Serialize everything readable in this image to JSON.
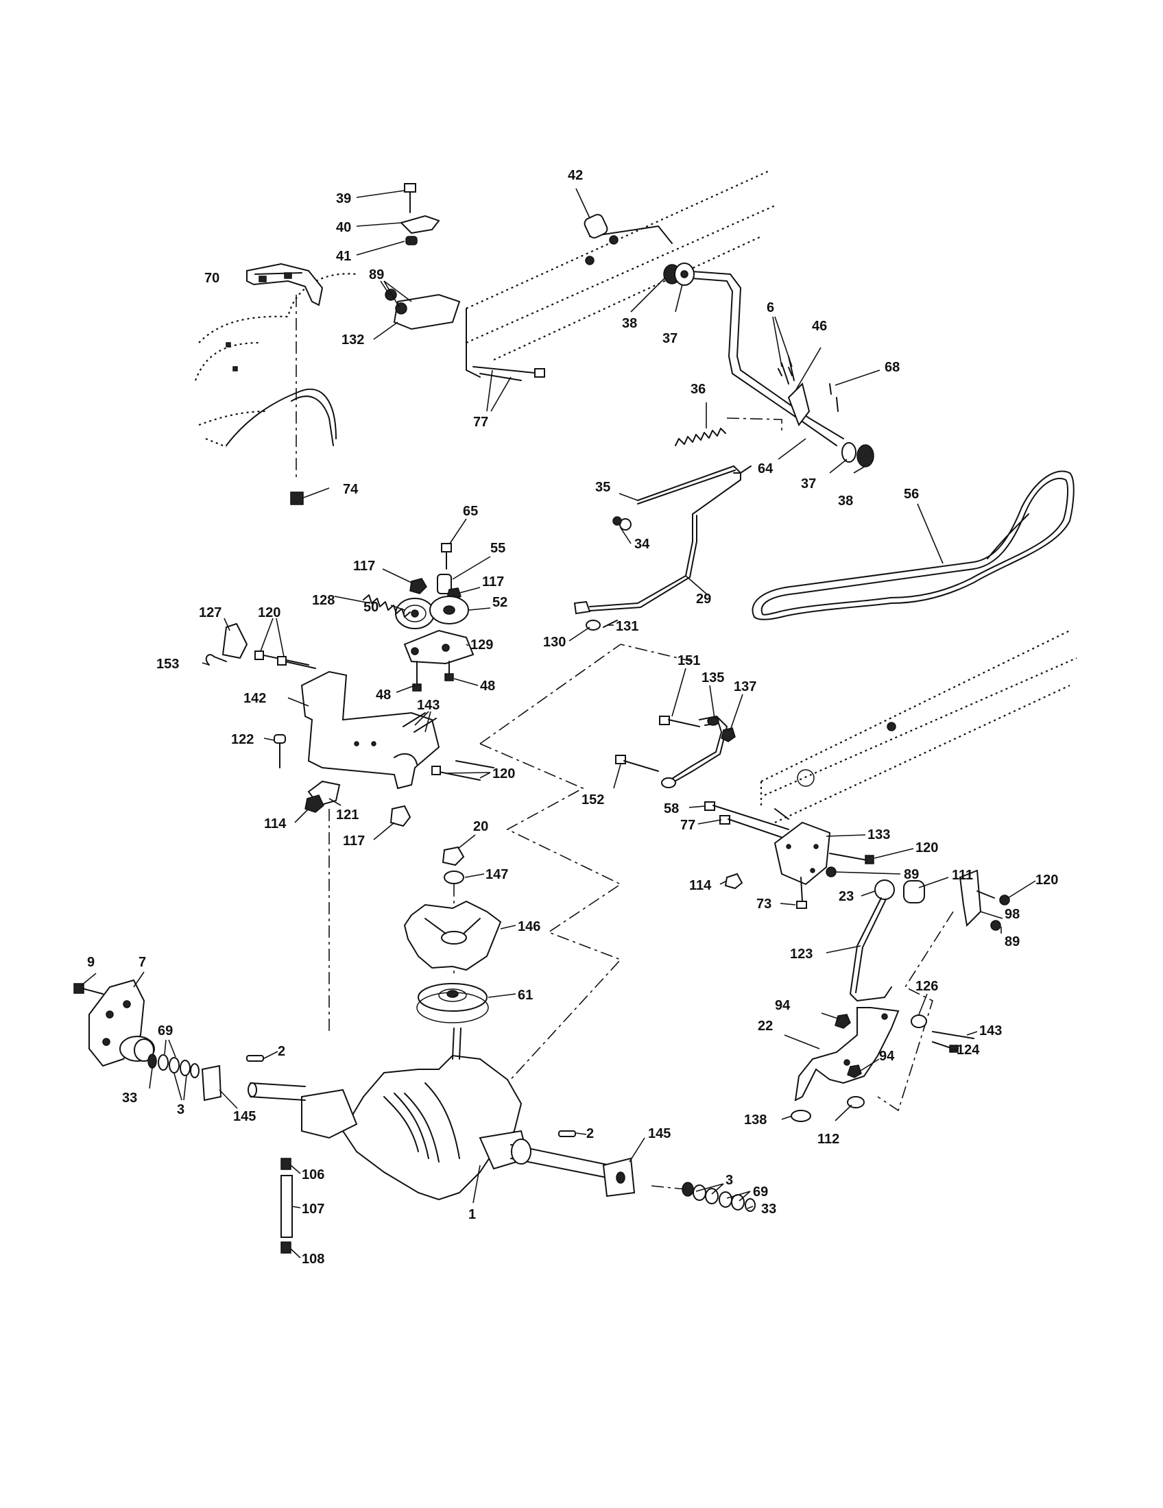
{
  "labels": {
    "l39": "39",
    "l40": "40",
    "l41": "41",
    "l70": "70",
    "l89a": "89",
    "l132": "132",
    "l77a": "77",
    "l74": "74",
    "l42": "42",
    "l38a": "38",
    "l37a": "37",
    "l6": "6",
    "l46": "46",
    "l68": "68",
    "l36": "36",
    "l64": "64",
    "l37b": "37",
    "l38b": "38",
    "l56": "56",
    "l35": "35",
    "l34": "34",
    "l29": "29",
    "l65": "65",
    "l55": "55",
    "l117a": "117",
    "l117b": "117",
    "l50": "50",
    "l52": "52",
    "l127": "127",
    "l120a": "120",
    "l128": "128",
    "l129": "129",
    "l153": "153",
    "l48a": "48",
    "l48b": "48",
    "l142": "142",
    "l143a": "143",
    "l130": "130",
    "l131": "131",
    "l122": "122",
    "l120b": "120",
    "l114a": "114",
    "l121": "121",
    "l117c": "117",
    "l151": "151",
    "l135": "135",
    "l137": "137",
    "l152": "152",
    "l58": "58",
    "l77b": "77",
    "l133": "133",
    "l120c": "120",
    "l89b": "89",
    "l111": "111",
    "l114b": "114",
    "l73": "73",
    "l23": "23",
    "l120d": "120",
    "l98": "98",
    "l89c": "89",
    "l123": "123",
    "l20": "20",
    "l147": "147",
    "l146": "146",
    "l61": "61",
    "l9": "9",
    "l7": "7",
    "l69a": "69",
    "l2a": "2",
    "l33a": "33",
    "l3a": "3",
    "l145a": "145",
    "l94a": "94",
    "l126": "126",
    "l22": "22",
    "l143b": "143",
    "l124": "124",
    "l94b": "94",
    "l138": "138",
    "l112": "112",
    "l2b": "2",
    "l145b": "145",
    "l3b": "3",
    "l69b": "69",
    "l33b": "33",
    "l106": "106",
    "l107": "107",
    "l108": "108",
    "l1": "1"
  }
}
